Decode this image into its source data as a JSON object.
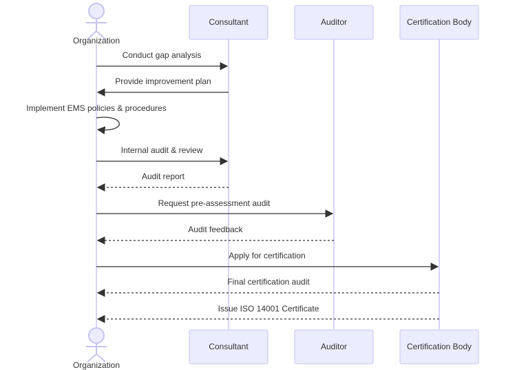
{
  "participants": [
    {
      "id": "org",
      "label": "Organization",
      "kind": "actor"
    },
    {
      "id": "con",
      "label": "Consultant",
      "kind": "box"
    },
    {
      "id": "aud",
      "label": "Auditor",
      "kind": "box"
    },
    {
      "id": "cert",
      "label": "Certification Body",
      "kind": "box"
    }
  ],
  "messages": [
    {
      "from": "org",
      "to": "con",
      "label": "Conduct gap analysis",
      "style": "solid"
    },
    {
      "from": "con",
      "to": "org",
      "label": "Provide improvement plan",
      "style": "solid"
    },
    {
      "from": "org",
      "to": "org",
      "label": "Implement EMS policies & procedures",
      "style": "self"
    },
    {
      "from": "org",
      "to": "con",
      "label": "Internal audit & review",
      "style": "solid"
    },
    {
      "from": "con",
      "to": "org",
      "label": "Audit report",
      "style": "dashed"
    },
    {
      "from": "org",
      "to": "aud",
      "label": "Request pre-assessment audit",
      "style": "solid"
    },
    {
      "from": "aud",
      "to": "org",
      "label": "Audit feedback",
      "style": "dashed"
    },
    {
      "from": "org",
      "to": "cert",
      "label": "Apply for certification",
      "style": "solid"
    },
    {
      "from": "cert",
      "to": "org",
      "label": "Final certification audit",
      "style": "dashed"
    },
    {
      "from": "cert",
      "to": "org",
      "label": "Issue ISO 14001 Certificate",
      "style": "dashed"
    }
  ],
  "colors": {
    "box_fill": "#ECECFF",
    "box_stroke": "#C5C3F0",
    "lifeline": "#C9C5F2",
    "message": "#333333",
    "text": "#333333"
  }
}
